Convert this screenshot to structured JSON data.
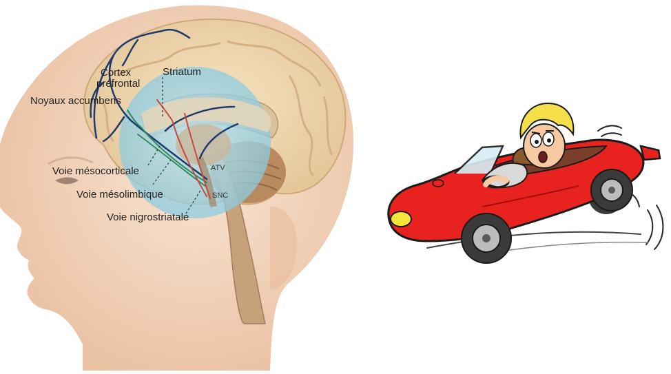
{
  "brain_diagram": {
    "labels": {
      "cortex_line1": "Cortex",
      "cortex_line2": "préfrontal",
      "striatum": "Striatum",
      "accumbens": "Noyaux accumbens",
      "mesocortical": "Voie mésocorticale",
      "mesolimbic": "Voie mésolimbique",
      "nigrostriatal": "Voie nigrostriatale",
      "atv": "ATV",
      "snc": "SNC"
    },
    "colors": {
      "skin": "#f3d3b8",
      "brain": "#f0d6ac",
      "highlight_circle": "#9fd3e3",
      "mesocortical_pathway": "#1f3a6e",
      "mesolimbic_pathway": "#2f8a5e",
      "nigrostriatal_pathway": "#c8493e"
    }
  },
  "car_illustration": {
    "colors": {
      "car_body": "#e8231f",
      "hair": "#f5e04a",
      "headlight": "#f6e53b",
      "tire": "#3a3a3a"
    }
  }
}
